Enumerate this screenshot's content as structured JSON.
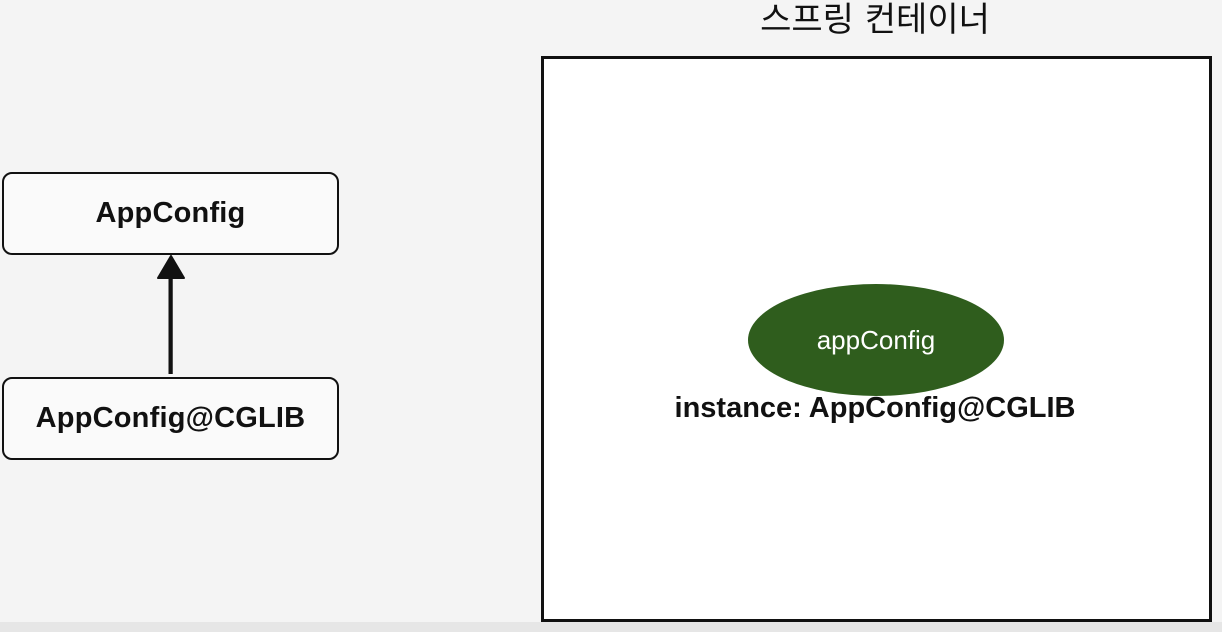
{
  "diagram": {
    "classes": {
      "parent_label": "AppConfig",
      "child_label": "AppConfig@CGLIB"
    },
    "container": {
      "title": "스프링 컨테이너",
      "bean_name": "appConfig",
      "bean_instance": "instance: AppConfig@CGLIB"
    },
    "colors": {
      "bean_fill": "#2f5d1d",
      "border": "#111111",
      "background": "#f4f4f4",
      "container_fill": "#ffffff"
    }
  }
}
